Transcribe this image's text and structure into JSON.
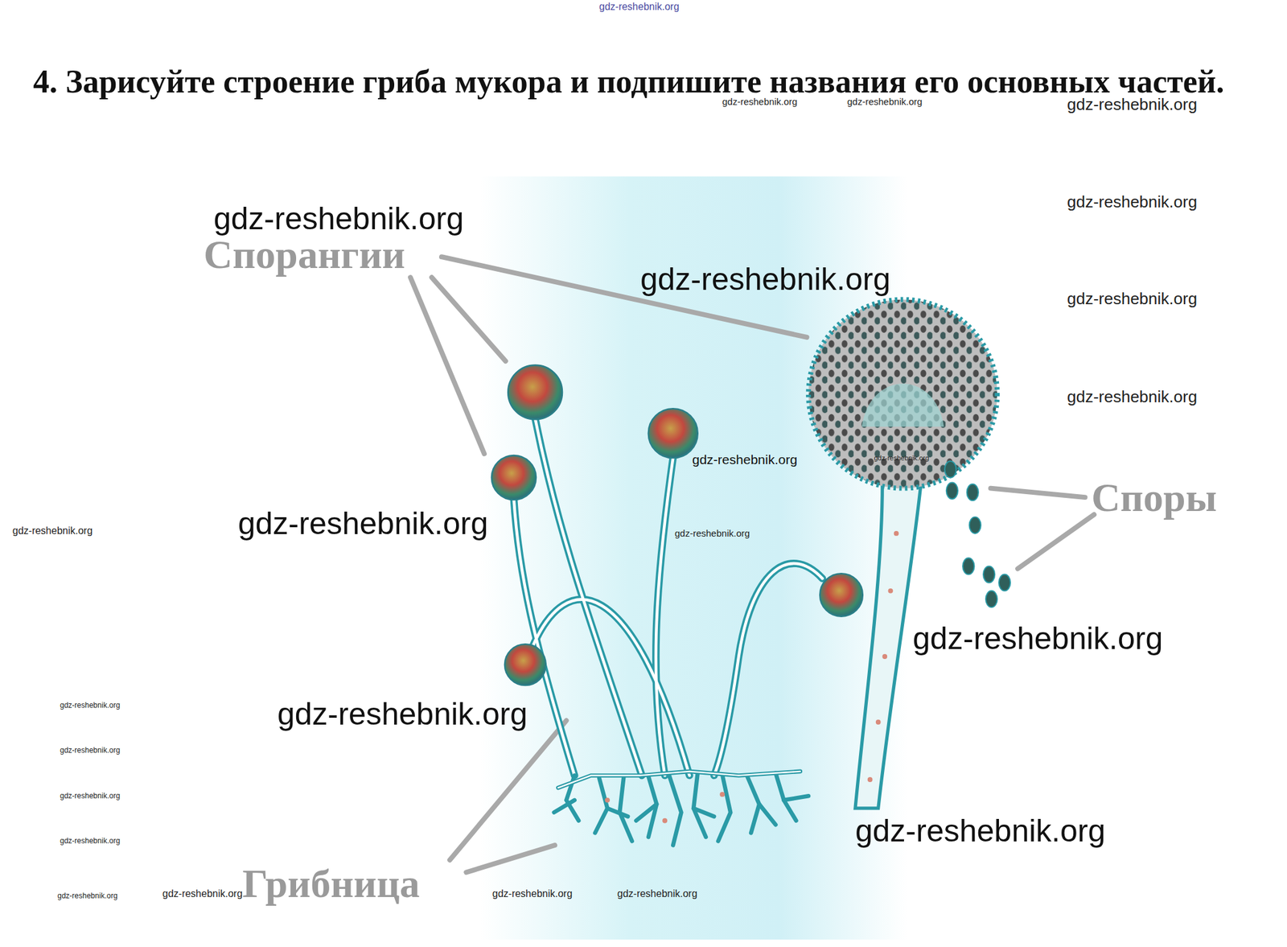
{
  "diagram": {
    "title": "4. Зарисуйте строение гриба мукора и подпишите названия его основных частей.",
    "labels": [
      "Спорангии",
      "Споры",
      "Грибница",
      "gdz-reshebnik.org",
      "gdz-reshebnik.org",
      "gdz-reshebnik.org",
      "gdz-reshebnik.org",
      "gdz-reshebnik.org",
      "gdz-reshebnik.org",
      "gdz-reshebnik.org",
      "gdz-reshebnik.org",
      "gdz-reshebnik.org",
      "gdz-reshebnik.org",
      "gdz-reshebnik.org",
      "gdz-reshebnik.org",
      "gdz-reshebnik.org",
      "gdz-reshebnik.org",
      "gdz-reshebnik.org",
      "gdz-reshebnik.org",
      "gdz-reshebnik.org",
      "gdz-reshebnik.org",
      "gdz-reshebnik.org",
      "gdz-reshebnik.org",
      "gdz-reshebnik.org",
      "gdz-reshebnik.org",
      "gdz-reshebnik.org",
      "gdz-reshebnik.org",
      "gdz-reshebnik.org"
    ]
  }
}
